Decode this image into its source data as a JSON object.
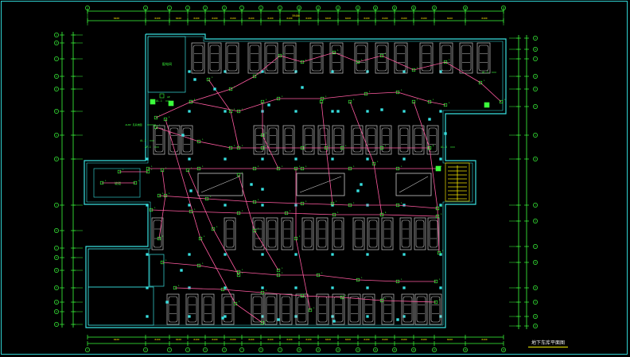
{
  "drawing": {
    "title": "地下车库平面图",
    "colors": {
      "background": "#000000",
      "frame": "#2fd0d0",
      "wall": "#38e0e0",
      "parking": "#c8c8c8",
      "wiring": "#ff5aa0",
      "device": "#3cff3c",
      "dimension": "#3cff3c",
      "dimension_text": "#f0e000",
      "stair": "#f0e000",
      "column": "#38e0e0",
      "title_underline": "#f4f000"
    },
    "room_labels": {
      "pump_room": "配电间",
      "ramp_entry": "坡道"
    },
    "panel_labels": [
      "AL-1",
      "AL-2",
      "AP-1",
      "AL-3",
      "AL-4"
    ],
    "note_label": "ALBV  见系统图",
    "grid_axes_top": [
      "1",
      "2",
      "3",
      "4",
      "5",
      "6",
      "7",
      "8",
      "9",
      "10",
      "11",
      "12",
      "13",
      "14",
      "15",
      "16",
      "17",
      "18",
      "19"
    ],
    "grid_axes_left": [
      "A",
      "B",
      "C",
      "D",
      "E",
      "F",
      "G",
      "H",
      "J",
      "K",
      "L",
      "M",
      "N",
      "P",
      "Q",
      "R",
      "S",
      "T"
    ],
    "total_dimension_label": "59400"
  }
}
